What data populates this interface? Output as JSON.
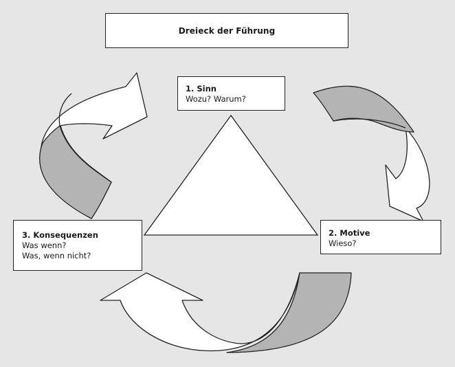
{
  "title": "Dreieck der Führung",
  "nodes": [
    {
      "heading": "1. Sinn",
      "lines": [
        "Wozu? Warum?"
      ]
    },
    {
      "heading": "2. Motive",
      "lines": [
        "Wieso?"
      ]
    },
    {
      "heading": "3. Konsequenzen",
      "lines": [
        "Was wenn?",
        "Was, wenn nicht?"
      ]
    }
  ],
  "colors": {
    "background": "#e6e6e7",
    "box_fill": "#ffffff",
    "arrow_shade": "#b4b4b4",
    "stroke": "#222222"
  }
}
